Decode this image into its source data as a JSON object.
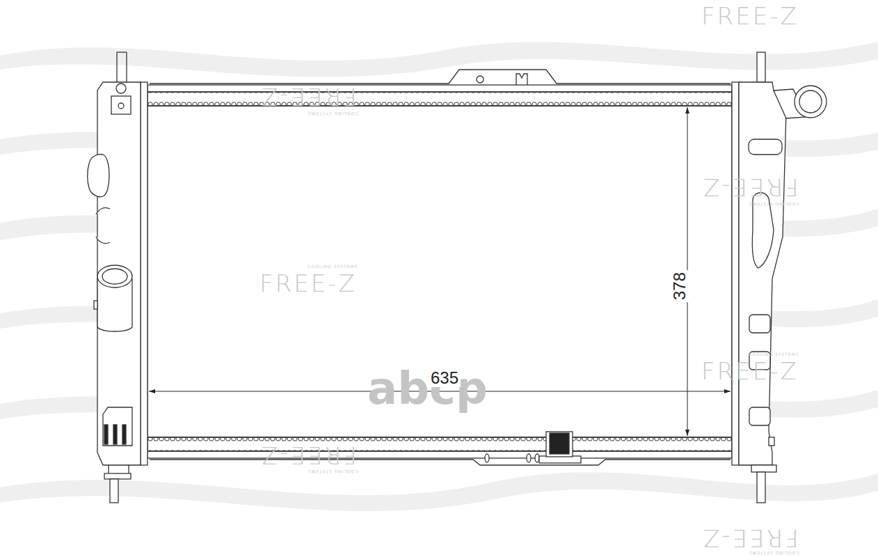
{
  "diagram": {
    "labels": [
      "FREE-Z",
      "FREE-Z",
      "COOLING SYSTEMS",
      "FREE-Z",
      "COOLING SYSTEMS",
      "COOLING SYSTEMS",
      "FREE-Z",
      "COOLING SYSTEMS",
      "FREE-Z",
      "FREE-Z",
      "COOLING SYSTEMS",
      "FREE-Z",
      "COOLING SYSTEMS",
      "abcp",
      "635",
      "378"
    ]
  }
}
